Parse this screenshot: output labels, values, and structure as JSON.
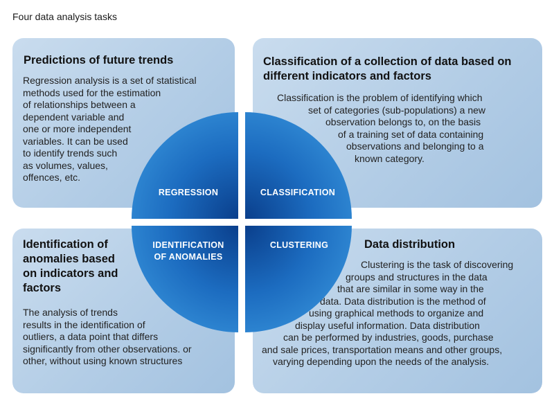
{
  "page": {
    "title": "Four data analysis tasks"
  },
  "quadrants": {
    "regression": "REGRESSION",
    "classification": "CLASSIFICATION",
    "anomalies": [
      "IDENTIFICATION",
      "OF ANOMALIES"
    ],
    "clustering": "CLUSTERING"
  },
  "panels": {
    "top_left": {
      "heading": [
        "Predictions of future trends"
      ],
      "body": [
        "Regression analysis is a set of statistical",
        "methods used for the estimation",
        "of relationships between a",
        "dependent variable and",
        "one or more independent",
        "variables. It can be used",
        "to identify trends such",
        "as volumes, values,",
        "offences, etc."
      ]
    },
    "top_right": {
      "heading": [
        "Classification of a collection of data based on",
        "different indicators and factors"
      ],
      "body": [
        "Classification is the problem of identifying which",
        "set of categories (sub-populations) a new",
        "observation belongs to, on the basis",
        "of a training set of data containing",
        "observations and belonging to a",
        "known category."
      ]
    },
    "bottom_left": {
      "heading": [
        "Identification of",
        "anomalies based",
        "on indicators and",
        "factors"
      ],
      "body": [
        "The analysis of trends",
        "results in the identification of",
        "outliers, a data point that differs",
        "significantly from other observations. or",
        "other, without using known structures"
      ]
    },
    "bottom_right": {
      "heading": [
        "Data distribution"
      ],
      "body": [
        "Clustering is the task of discovering",
        "groups and structures in the data",
        "that are similar in some way in the",
        "data. Data distribution is the method of",
        "using graphical methods to organize and",
        "display useful information. Data distribution",
        "can be performed by industries, goods, purchase",
        "and sale prices, transportation means and other groups,",
        "varying depending upon the needs of the analysis."
      ]
    }
  }
}
